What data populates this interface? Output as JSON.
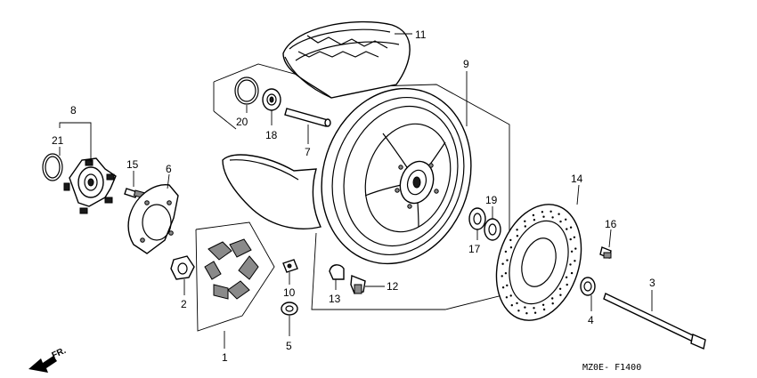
{
  "diagram": {
    "code": "MZ0E- F1400",
    "direction_label": "FR.",
    "callouts": [
      {
        "id": "c1",
        "label": "1"
      },
      {
        "id": "c2",
        "label": "2"
      },
      {
        "id": "c3",
        "label": "3"
      },
      {
        "id": "c4",
        "label": "4"
      },
      {
        "id": "c5",
        "label": "5"
      },
      {
        "id": "c6",
        "label": "6"
      },
      {
        "id": "c7",
        "label": "7"
      },
      {
        "id": "c8",
        "label": "8"
      },
      {
        "id": "c9",
        "label": "9"
      },
      {
        "id": "c10",
        "label": "10"
      },
      {
        "id": "c11",
        "label": "11"
      },
      {
        "id": "c12",
        "label": "12"
      },
      {
        "id": "c13",
        "label": "13"
      },
      {
        "id": "c14",
        "label": "14"
      },
      {
        "id": "c15",
        "label": "15"
      },
      {
        "id": "c16",
        "label": "16"
      },
      {
        "id": "c17",
        "label": "17"
      },
      {
        "id": "c18",
        "label": "18"
      },
      {
        "id": "c19",
        "label": "19"
      },
      {
        "id": "c20",
        "label": "20"
      },
      {
        "id": "c21",
        "label": "21"
      }
    ]
  }
}
